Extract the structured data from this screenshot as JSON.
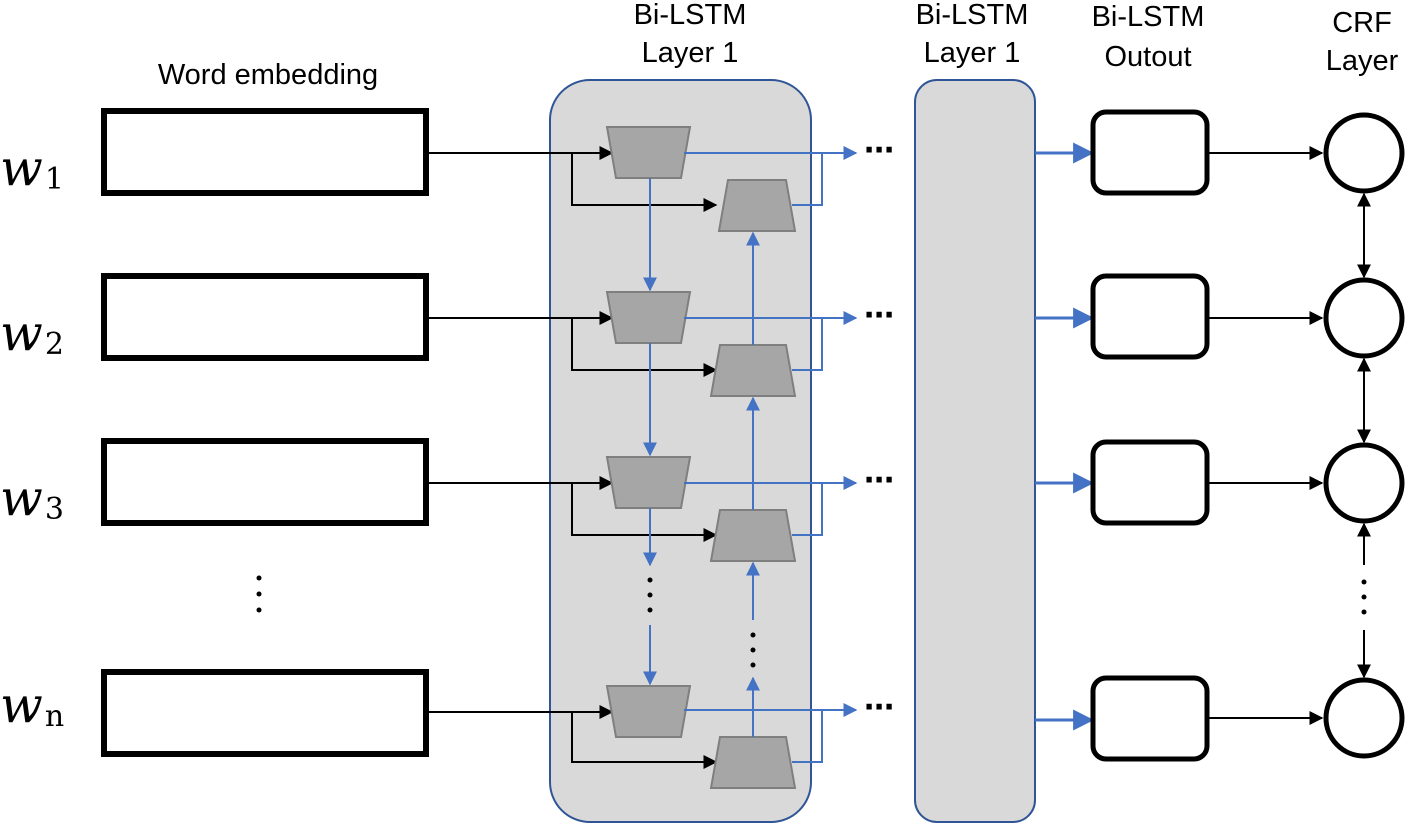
{
  "headers": {
    "word_embedding": "Word embedding",
    "bilstm_layer1_a": [
      "Bi-LSTM",
      "Layer 1"
    ],
    "bilstm_layer1_b": [
      "Bi-LSTM",
      "Layer 1"
    ],
    "bilstm_output": [
      "Bi-LSTM",
      "Outout"
    ],
    "crf_layer": [
      "CRF",
      "Layer"
    ]
  },
  "words": [
    {
      "base": "w",
      "sub": "1"
    },
    {
      "base": "w",
      "sub": "2"
    },
    {
      "base": "w",
      "sub": "3"
    },
    {
      "base": "w",
      "sub": "n"
    }
  ],
  "ellipsis": "⋯",
  "colors": {
    "blue": "#4472C4",
    "panel_fill": "#d9d9d9",
    "panel_stroke": "#2f5597",
    "cell_fill": "#a6a6a6",
    "cell_stroke": "#7f7f7f"
  }
}
